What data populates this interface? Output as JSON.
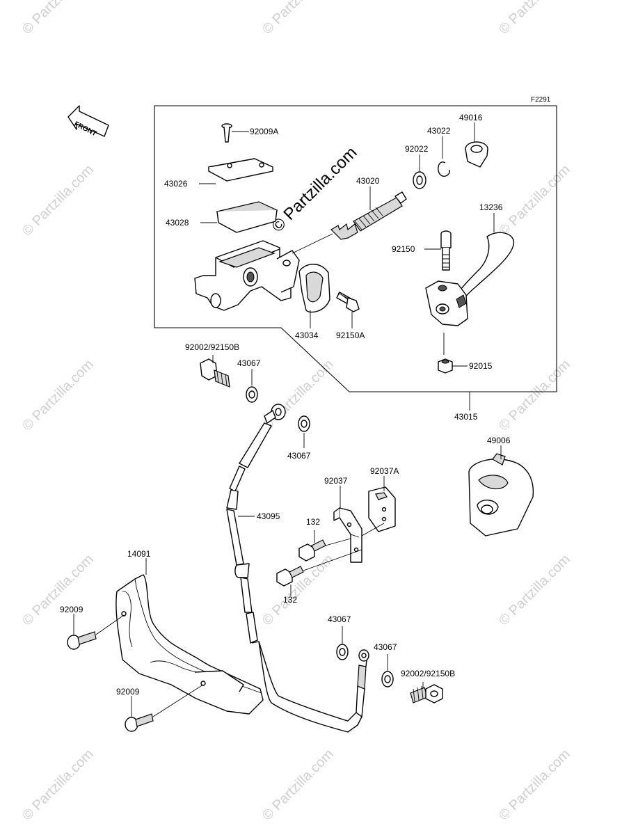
{
  "diagram": {
    "ref_code": "F2291",
    "front_label": "FRONT",
    "center_watermark": "© Partzilla.com",
    "watermark_text": "© Partzilla.com",
    "labels": {
      "p92009A": "92009A",
      "p43026": "43026",
      "p43028": "43028",
      "p43020": "43020",
      "p92022": "92022",
      "p43022": "43022",
      "p49016": "49016",
      "p13236": "13236",
      "p92150": "92150",
      "p43034": "43034",
      "p92150A": "92150A",
      "p92015": "92015",
      "p43015": "43015",
      "p92002_top": "92002/92150B",
      "p43067_a": "43067",
      "p43067_b": "43067",
      "p49006": "49006",
      "p92037": "92037",
      "p92037A": "92037A",
      "p43095": "43095",
      "p132_a": "132",
      "p132_b": "132",
      "p14091": "14091",
      "p92009_a": "92009",
      "p92009_b": "92009",
      "p43067_c": "43067",
      "p43067_d": "43067",
      "p92002_bottom": "92002/92150B"
    }
  }
}
